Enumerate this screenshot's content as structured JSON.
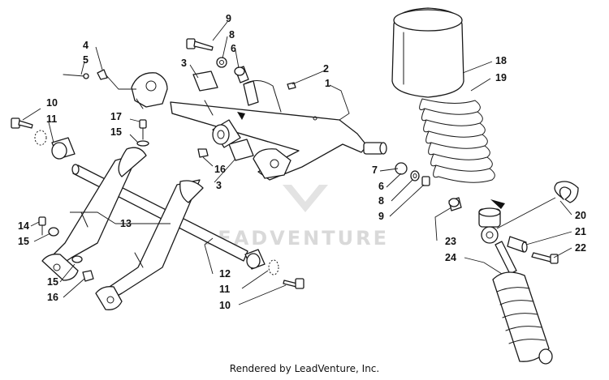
{
  "watermark_text": "LEADVENTURE",
  "credit_text": "Rendered by LeadVenture, Inc.",
  "callouts": [
    {
      "id": "c1",
      "label": "9"
    },
    {
      "id": "c2",
      "label": "8"
    },
    {
      "id": "c3",
      "label": "6"
    },
    {
      "id": "c4",
      "label": "4"
    },
    {
      "id": "c5",
      "label": "5"
    },
    {
      "id": "c6",
      "label": "3"
    },
    {
      "id": "c7",
      "label": "2"
    },
    {
      "id": "c8",
      "label": "1"
    },
    {
      "id": "c9",
      "label": "10"
    },
    {
      "id": "c10",
      "label": "11"
    },
    {
      "id": "c11",
      "label": "17"
    },
    {
      "id": "c12",
      "label": "15"
    },
    {
      "id": "c13",
      "label": "16"
    },
    {
      "id": "c14",
      "label": "3"
    },
    {
      "id": "c15",
      "label": "7"
    },
    {
      "id": "c16",
      "label": "6"
    },
    {
      "id": "c17",
      "label": "8"
    },
    {
      "id": "c18",
      "label": "9"
    },
    {
      "id": "c19",
      "label": "18"
    },
    {
      "id": "c20",
      "label": "19"
    },
    {
      "id": "c21",
      "label": "14"
    },
    {
      "id": "c22",
      "label": "15"
    },
    {
      "id": "c23",
      "label": "13"
    },
    {
      "id": "c24",
      "label": "15"
    },
    {
      "id": "c25",
      "label": "16"
    },
    {
      "id": "c26",
      "label": "12"
    },
    {
      "id": "c27",
      "label": "11"
    },
    {
      "id": "c28",
      "label": "10"
    },
    {
      "id": "c29",
      "label": "20"
    },
    {
      "id": "c30",
      "label": "21"
    },
    {
      "id": "c31",
      "label": "22"
    },
    {
      "id": "c32",
      "label": "23"
    },
    {
      "id": "c33",
      "label": "24"
    }
  ]
}
